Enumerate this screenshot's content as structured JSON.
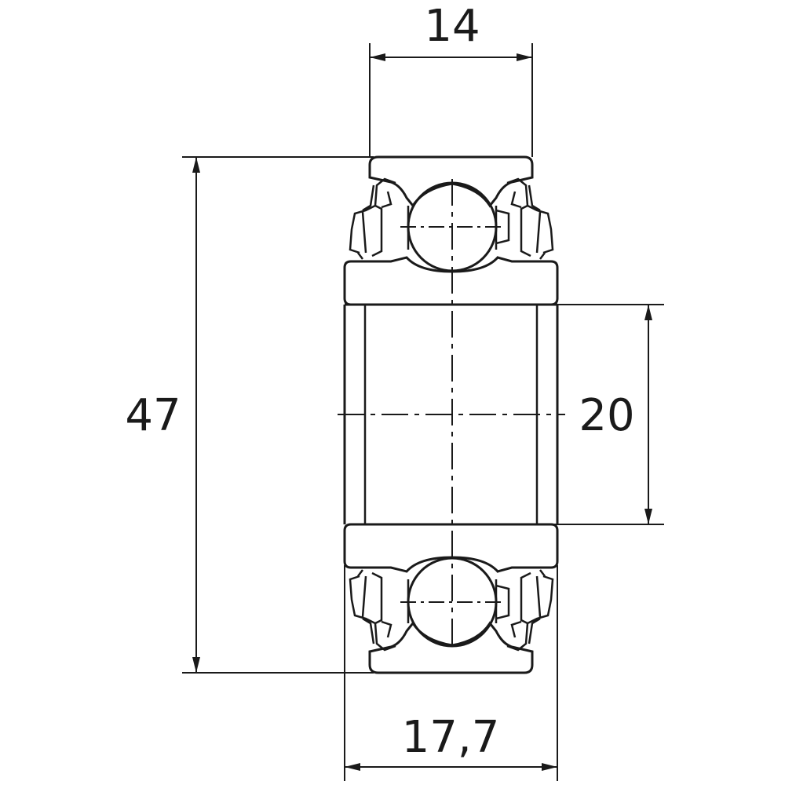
{
  "dimensions": {
    "outer_width": "14",
    "inner_width": "17,7",
    "outer_diameter": "47",
    "bore_diameter": "20"
  },
  "colors": {
    "line": "#1a1a1a",
    "background": "#ffffff"
  }
}
